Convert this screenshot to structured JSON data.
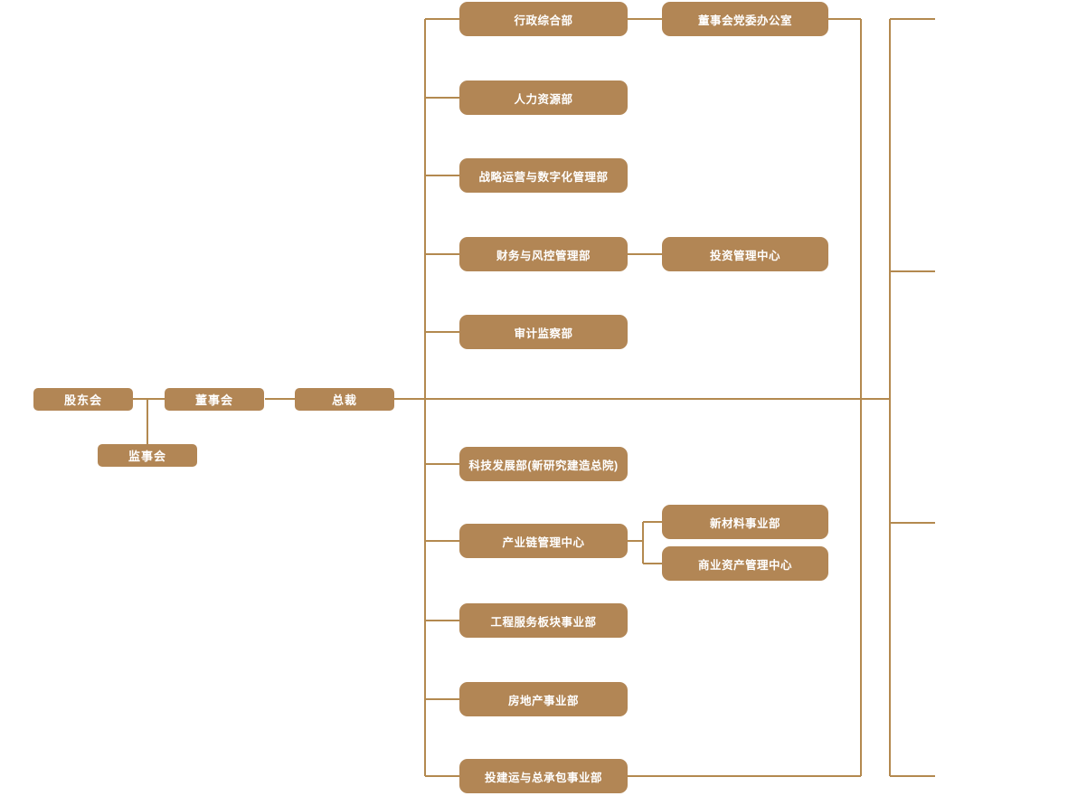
{
  "diagram_type": "organization-chart",
  "colors": {
    "box_fill": "#b28655",
    "connector_line": "#b3894f",
    "box_text": "#ffffff",
    "background": "#ffffff"
  },
  "governance": {
    "shareholders": {
      "label": "股东会"
    },
    "board": {
      "label": "董事会"
    },
    "president": {
      "label": "总裁"
    },
    "supervisory_board": {
      "label": "监事会"
    }
  },
  "departments": [
    {
      "label": "行政综合部"
    },
    {
      "label": "人力资源部"
    },
    {
      "label": "战略运营与数字化管理部"
    },
    {
      "label": "财务与风控管理部"
    },
    {
      "label": "审计监察部"
    },
    {
      "label": "科技发展部(新研究建造总院)"
    },
    {
      "label": "产业链管理中心"
    },
    {
      "label": "工程服务板块事业部"
    },
    {
      "label": "房地产事业部"
    },
    {
      "label": "投建运与总承包事业部"
    }
  ],
  "attached_units": [
    {
      "label": "董事会党委办公室",
      "parent": "行政综合部"
    },
    {
      "label": "投资管理中心",
      "parent": "财务与风控管理部"
    },
    {
      "label": "新材料事业部",
      "parent": "产业链管理中心"
    },
    {
      "label": "商业资产管理中心",
      "parent": "产业链管理中心"
    }
  ]
}
